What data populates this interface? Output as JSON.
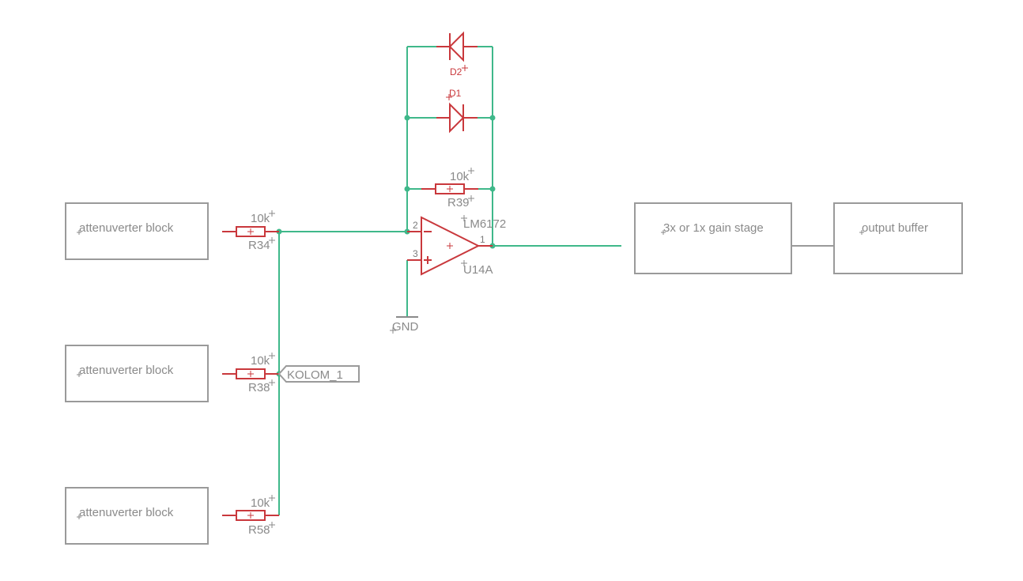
{
  "blocks": {
    "atten_1": "attenuverter block",
    "atten_2": "attenuverter block",
    "atten_3": "attenuverter block",
    "gain_stage": "3x or 1x gain stage",
    "output_buffer": "output buffer"
  },
  "resistors": {
    "r34": {
      "name": "R34",
      "value": "10k"
    },
    "r38": {
      "name": "R38",
      "value": "10k"
    },
    "r58": {
      "name": "R58",
      "value": "10k"
    },
    "r39": {
      "name": "R39",
      "value": "10k"
    }
  },
  "diodes": {
    "d1": "D1",
    "d2": "D2"
  },
  "opamp": {
    "part": "LM6172",
    "name": "U14A",
    "pin_inv": "2",
    "pin_noninv": "3",
    "pin_out": "1"
  },
  "net_label": "KOLOM_1",
  "ground": "GND",
  "colors": {
    "wire": "#3fb88a",
    "part": "#c9383c",
    "block_border": "#9a9a9a",
    "text": "#8a8a8a"
  }
}
